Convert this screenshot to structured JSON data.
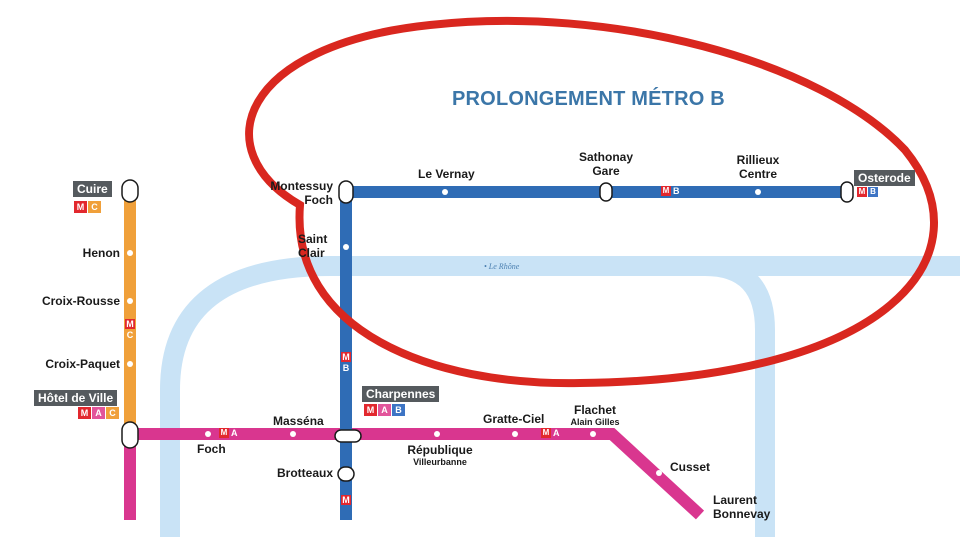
{
  "title": "PROLONGEMENT MÉTRO B",
  "river_label": "• Le Rhône",
  "line_codes": {
    "metro": "M",
    "a": "A",
    "b": "B",
    "c": "C"
  },
  "colors": {
    "line_a": "#d9368f",
    "line_b": "#2f6cb5",
    "line_c": "#f0a03a",
    "metro_badge": "#e2282e",
    "tram": "#c9e3f6",
    "highlight_ring": "#d9271f",
    "title": "#3b76a8",
    "hub_label_bg": "#555a5e"
  },
  "stations": {
    "cuire": "Cuire",
    "henon": "Henon",
    "croix_rousse": "Croix-Rousse",
    "croix_paquet": "Croix-Paquet",
    "hotel_de_ville": "Hôtel de Ville",
    "foch": "Foch",
    "massena": "Masséna",
    "charpennes": "Charpennes",
    "brotteaux": "Brotteaux",
    "republique": "République",
    "republique_sub": "Villeurbanne",
    "gratte_ciel": "Gratte-Ciel",
    "flachet": "Flachet",
    "flachet_sub": "Alain Gilles",
    "cusset": "Cusset",
    "laurent_1": "Laurent",
    "laurent_2": "Bonnevay",
    "saint_clair_1": "Saint",
    "saint_clair_2": "Clair",
    "montessuy_1": "Montessuy",
    "montessuy_2": "Foch",
    "le_vernay": "Le Vernay",
    "sathonay_1": "Sathonay",
    "sathonay_2": "Gare",
    "rillieux_1": "Rillieux",
    "rillieux_2": "Centre",
    "osterode": "Osterode"
  }
}
